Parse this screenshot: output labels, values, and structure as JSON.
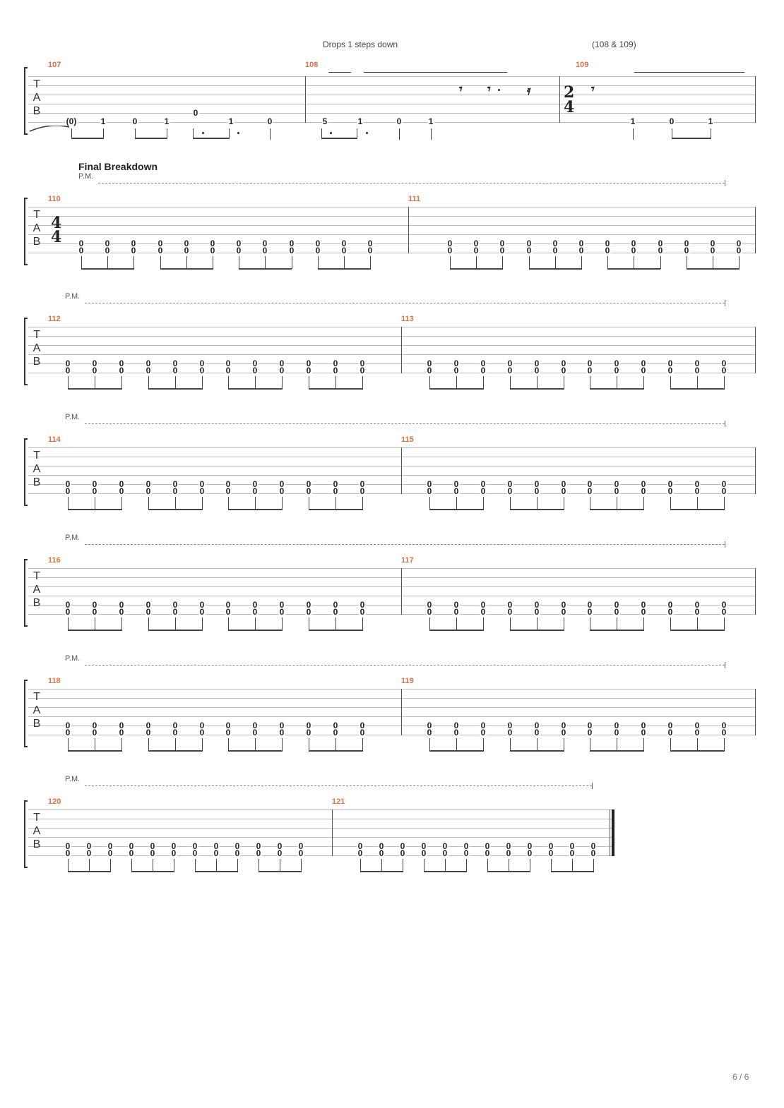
{
  "annotations": {
    "drops": "Drops 1 steps down",
    "repeat_ref": "(108 & 109)",
    "section_title": "Final Breakdown",
    "palm_mute": "P.M."
  },
  "tab_label": [
    "T",
    "A",
    "B"
  ],
  "time_signatures": {
    "m109": [
      "2",
      "4"
    ],
    "m110": [
      "4",
      "4"
    ]
  },
  "first_system": {
    "measures": [
      "107",
      "108",
      "109"
    ],
    "notes_m107": [
      "(0)",
      "1",
      "0",
      "1",
      "0",
      "1",
      "0"
    ],
    "notes_m108": [
      "5",
      "1",
      "0",
      "1"
    ],
    "notes_m109": [
      "1",
      "0",
      "1"
    ]
  },
  "systems": [
    {
      "measures": [
        "110",
        "111"
      ]
    },
    {
      "measures": [
        "112",
        "113"
      ]
    },
    {
      "measures": [
        "114",
        "115"
      ]
    },
    {
      "measures": [
        "116",
        "117"
      ]
    },
    {
      "measures": [
        "118",
        "119"
      ]
    },
    {
      "measures": [
        "120",
        "121"
      ]
    }
  ],
  "chord_fret": "0",
  "page_number": "6 / 6"
}
